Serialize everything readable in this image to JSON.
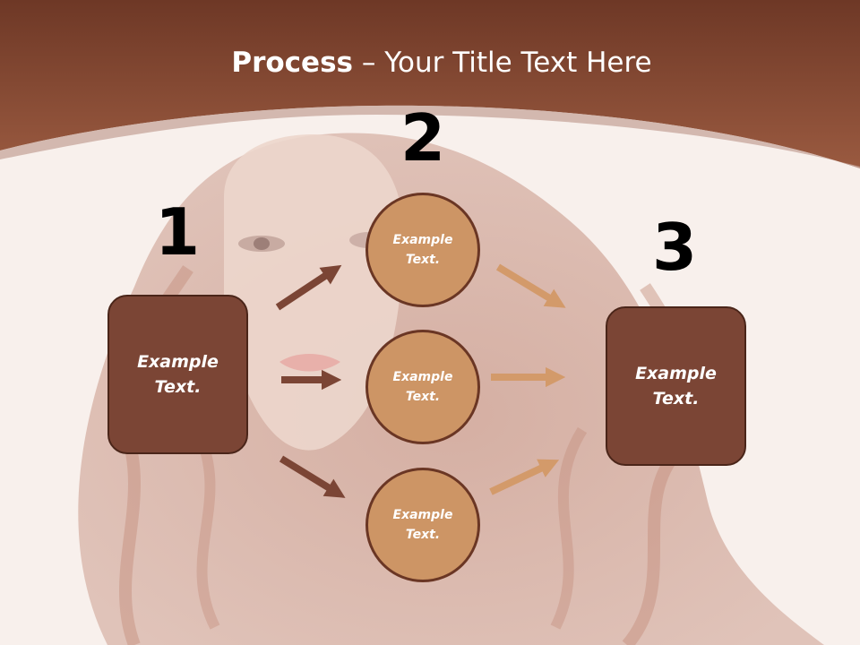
{
  "title": {
    "bold": "Process",
    "rest": " – Your Title Text Here"
  },
  "steps": {
    "one": "1",
    "two": "2",
    "three": "3"
  },
  "left_box": "Example\nText.",
  "right_box": "Example\nText.",
  "circles": [
    "Example\nText.",
    "Example\nText.",
    "Example\nText."
  ],
  "colors": {
    "header": "#7a3f2a",
    "box_fill": "#7b4535",
    "circle_fill": "#cd9565",
    "dark_arrow": "#7b4535",
    "light_arrow": "#d39a6a"
  }
}
